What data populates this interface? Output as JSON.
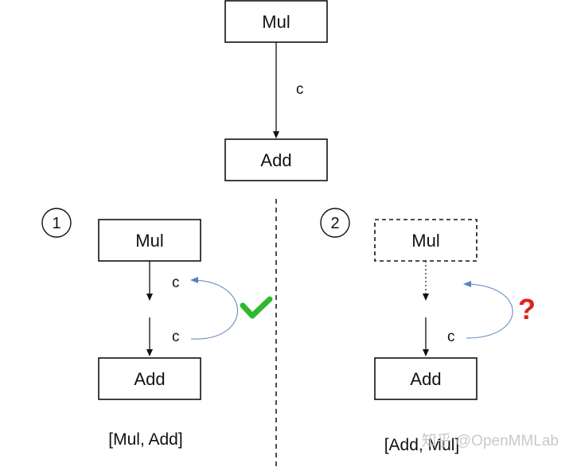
{
  "top": {
    "mul_label": "Mul",
    "add_label": "Add",
    "edge_label": "c"
  },
  "case1": {
    "number": "1",
    "mul_label": "Mul",
    "add_label": "Add",
    "edge_label_upper": "c",
    "edge_label_lower": "c",
    "result_icon": "green-check-icon",
    "caption": "[Mul, Add]"
  },
  "case2": {
    "number": "2",
    "mul_label": "Mul",
    "add_label": "Add",
    "edge_label_lower": "c",
    "result_icon": "red-question-icon",
    "result_glyph": "?",
    "caption": "[Add, Mul]"
  },
  "watermark": "知乎 @OpenMMLab",
  "colors": {
    "check": "#2db92d",
    "question": "#e02020",
    "curve": "#5a7fc0",
    "stroke": "#111111"
  }
}
